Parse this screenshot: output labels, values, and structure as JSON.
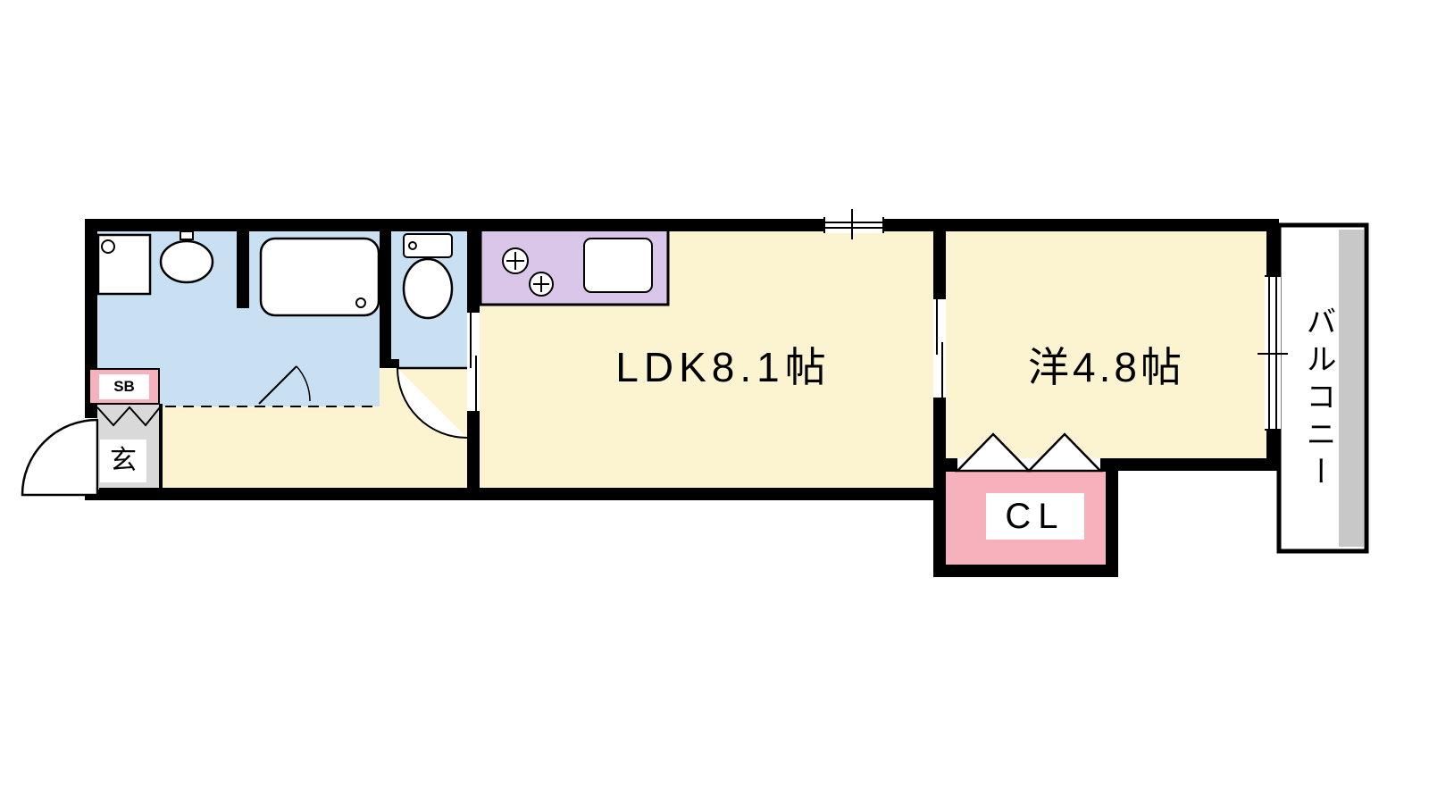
{
  "labels": {
    "ldk": "LDK8.1帖",
    "western": "洋4.8帖",
    "closet": "CL",
    "balcony": "バルコニー",
    "entrance": "玄",
    "shoebox": "SB"
  },
  "colors": {
    "wall": "#000000",
    "floor": "#FCF3D1",
    "wet": "#C9E0F2",
    "kitchen": "#D9C6E9",
    "pink": "#F7B1BD",
    "gray": "#D9D9D9",
    "rail": "#C8C8C8",
    "label_text": "#000000",
    "background": "#FFFFFF"
  }
}
